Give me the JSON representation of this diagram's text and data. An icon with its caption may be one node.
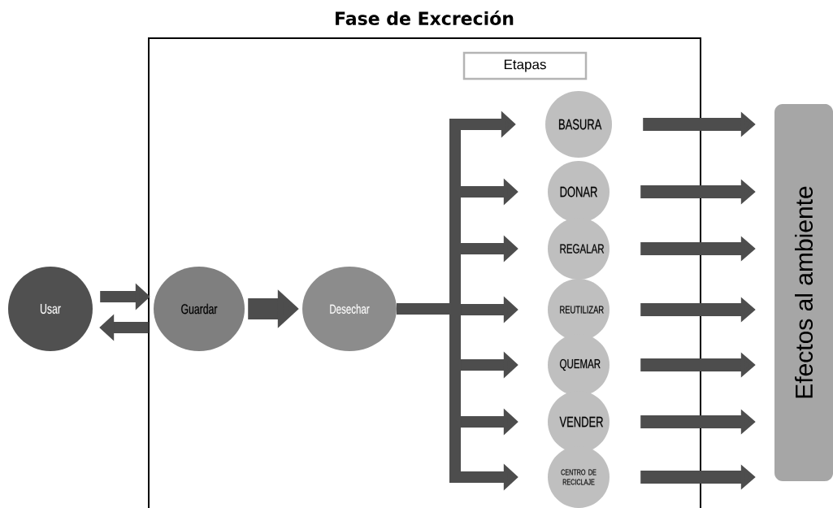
{
  "diagram": {
    "title": "Fase de Excreción",
    "nodes": [
      {
        "text": [
          "Usar"
        ]
      },
      {
        "text": [
          "Guardar"
        ]
      },
      {
        "text": [
          "Desechar"
        ]
      },
      {
        "text": [
          "Etapas"
        ]
      },
      {
        "text": [
          "BASURA"
        ]
      },
      {
        "text": [
          "DONAR"
        ]
      },
      {
        "text": [
          "REGALAR"
        ]
      },
      {
        "text": [
          "REUTILIZAR"
        ]
      },
      {
        "text": [
          "QUEMAR"
        ]
      },
      {
        "text": [
          "VENDER"
        ]
      },
      {
        "text": [
          "CENTRO DE RECICLAJE"
        ]
      },
      {
        "text": [
          "Efectos al ambiente"
        ]
      }
    ],
    "edges": [
      {
        "from": 0,
        "to": 1,
        "arrow": "to"
      },
      {
        "from": 1,
        "to": 0,
        "arrow": "to"
      },
      {
        "from": 1,
        "to": 2,
        "arrow": "to",
        "style": "thick"
      },
      {
        "from": 2,
        "to": 4,
        "arrow": "to"
      },
      {
        "from": 2,
        "to": 5,
        "arrow": "to"
      },
      {
        "from": 2,
        "to": 6,
        "arrow": "to"
      },
      {
        "from": 2,
        "to": 7,
        "arrow": "to"
      },
      {
        "from": 2,
        "to": 8,
        "arrow": "to"
      },
      {
        "from": 2,
        "to": 9,
        "arrow": "to"
      },
      {
        "from": 2,
        "to": 10,
        "arrow": "to"
      },
      {
        "from": 4,
        "to": 11,
        "arrow": "to"
      },
      {
        "from": 5,
        "to": 11,
        "arrow": "to"
      },
      {
        "from": 6,
        "to": 11,
        "arrow": "to"
      },
      {
        "from": 7,
        "to": 11,
        "arrow": "to"
      },
      {
        "from": 8,
        "to": 11,
        "arrow": "to"
      },
      {
        "from": 9,
        "to": 11,
        "arrow": "to"
      },
      {
        "from": 10,
        "to": 11,
        "arrow": "to"
      }
    ]
  }
}
